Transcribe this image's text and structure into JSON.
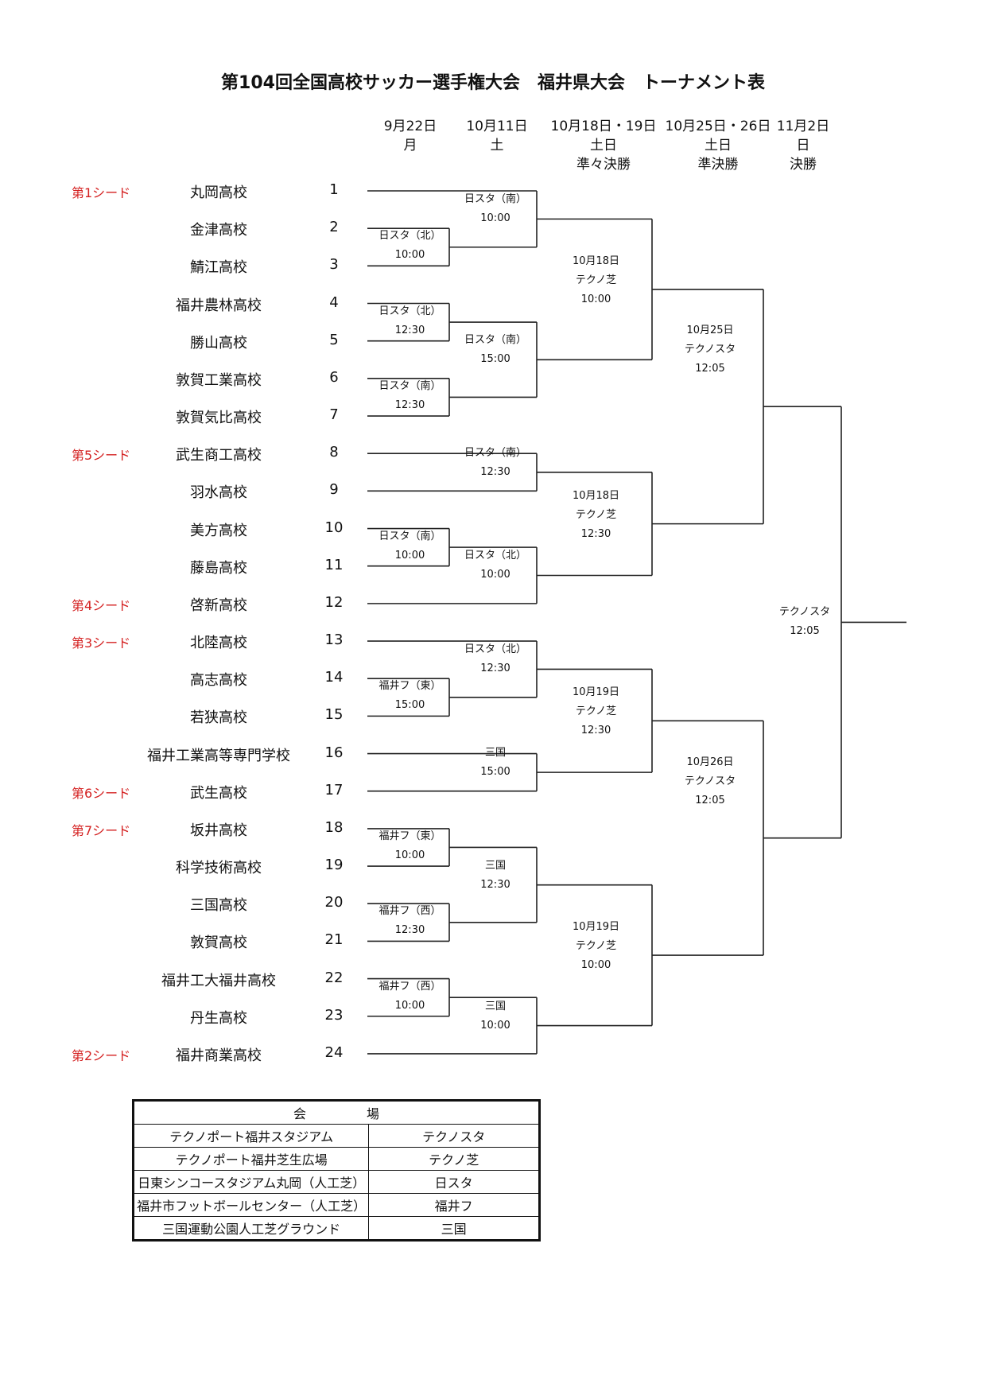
{
  "title": "第104回全国高校サッカー選手権大会　福井県大会　トーナメント表",
  "columns": [
    {
      "date": "9月22日",
      "day": "月",
      "round": ""
    },
    {
      "date": "10月11日",
      "day": "土",
      "round": ""
    },
    {
      "date": "10月18日・19日",
      "day": "土日",
      "round": "準々決勝"
    },
    {
      "date": "10月25日・26日",
      "day": "土日",
      "round": "準決勝"
    },
    {
      "date": "11月2日",
      "day": "日",
      "round": "決勝"
    }
  ],
  "teams": [
    {
      "no": "1",
      "name": "丸岡高校",
      "seed": "第1シード"
    },
    {
      "no": "2",
      "name": "金津高校",
      "seed": ""
    },
    {
      "no": "3",
      "name": "鯖江高校",
      "seed": ""
    },
    {
      "no": "4",
      "name": "福井農林高校",
      "seed": ""
    },
    {
      "no": "5",
      "name": "勝山高校",
      "seed": ""
    },
    {
      "no": "6",
      "name": "敦賀工業高校",
      "seed": ""
    },
    {
      "no": "7",
      "name": "敦賀気比高校",
      "seed": ""
    },
    {
      "no": "8",
      "name": "武生商工高校",
      "seed": "第5シード"
    },
    {
      "no": "9",
      "name": "羽水高校",
      "seed": ""
    },
    {
      "no": "10",
      "name": "美方高校",
      "seed": ""
    },
    {
      "no": "11",
      "name": "藤島高校",
      "seed": ""
    },
    {
      "no": "12",
      "name": "啓新高校",
      "seed": "第4シード"
    },
    {
      "no": "13",
      "name": "北陸高校",
      "seed": "第3シード"
    },
    {
      "no": "14",
      "name": "高志高校",
      "seed": ""
    },
    {
      "no": "15",
      "name": "若狭高校",
      "seed": ""
    },
    {
      "no": "16",
      "name": "福井工業高等専門学校",
      "seed": ""
    },
    {
      "no": "17",
      "name": "武生高校",
      "seed": "第6シード"
    },
    {
      "no": "18",
      "name": "坂井高校",
      "seed": "第7シード"
    },
    {
      "no": "19",
      "name": "科学技術高校",
      "seed": ""
    },
    {
      "no": "20",
      "name": "三国高校",
      "seed": ""
    },
    {
      "no": "21",
      "name": "敦賀高校",
      "seed": ""
    },
    {
      "no": "22",
      "name": "福井工大福井高校",
      "seed": ""
    },
    {
      "no": "23",
      "name": "丹生高校",
      "seed": ""
    },
    {
      "no": "24",
      "name": "福井商業高校",
      "seed": "第2シード"
    }
  ],
  "round1": [
    {
      "teams": [
        2,
        3
      ],
      "venue": "日スタ（北）",
      "time": "10:00"
    },
    {
      "teams": [
        4,
        5
      ],
      "venue": "日スタ（北）",
      "time": "12:30"
    },
    {
      "teams": [
        6,
        7
      ],
      "venue": "日スタ（南）",
      "time": "12:30"
    },
    {
      "teams": [
        10,
        11
      ],
      "venue": "日スタ（南）",
      "time": "10:00"
    },
    {
      "teams": [
        14,
        15
      ],
      "venue": "福井フ（東）",
      "time": "15:00"
    },
    {
      "teams": [
        18,
        19
      ],
      "venue": "福井フ（東）",
      "time": "10:00"
    },
    {
      "teams": [
        20,
        21
      ],
      "venue": "福井フ（西）",
      "time": "12:30"
    },
    {
      "teams": [
        22,
        23
      ],
      "venue": "福井フ（西）",
      "time": "10:00"
    }
  ],
  "round2": [
    {
      "venue": "日スタ（南）",
      "time": "10:00"
    },
    {
      "venue": "日スタ（南）",
      "time": "15:00"
    },
    {
      "venue": "日スタ（南）",
      "time": "12:30"
    },
    {
      "venue": "日スタ（北）",
      "time": "10:00"
    },
    {
      "venue": "日スタ（北）",
      "time": "12:30"
    },
    {
      "venue": "三国",
      "time": "15:00"
    },
    {
      "venue": "三国",
      "time": "12:30"
    },
    {
      "venue": "三国",
      "time": "10:00"
    }
  ],
  "quarterfinals": [
    {
      "date": "10月18日",
      "venue": "テクノ芝",
      "time": "10:00"
    },
    {
      "date": "10月18日",
      "venue": "テクノ芝",
      "time": "12:30"
    },
    {
      "date": "10月19日",
      "venue": "テクノ芝",
      "time": "12:30"
    },
    {
      "date": "10月19日",
      "venue": "テクノ芝",
      "time": "10:00"
    }
  ],
  "semifinals": [
    {
      "date": "10月25日",
      "venue": "テクノスタ",
      "time": "12:05"
    },
    {
      "date": "10月26日",
      "venue": "テクノスタ",
      "time": "12:05"
    }
  ],
  "final": {
    "venue": "テクノスタ",
    "time": "12:05"
  },
  "venue_table": {
    "header": "会　場",
    "rows": [
      {
        "name": "テクノポート福井スタジアム",
        "abbr": "テクノスタ"
      },
      {
        "name": "テクノポート福井芝生広場",
        "abbr": "テクノ芝"
      },
      {
        "name": "日東シンコースタジアム丸岡（人工芝）",
        "abbr": "日スタ"
      },
      {
        "name": "福井市フットボールセンター（人工芝）",
        "abbr": "福井フ"
      },
      {
        "name": "三国運動公園人工芝グラウンド",
        "abbr": "三国"
      }
    ]
  }
}
